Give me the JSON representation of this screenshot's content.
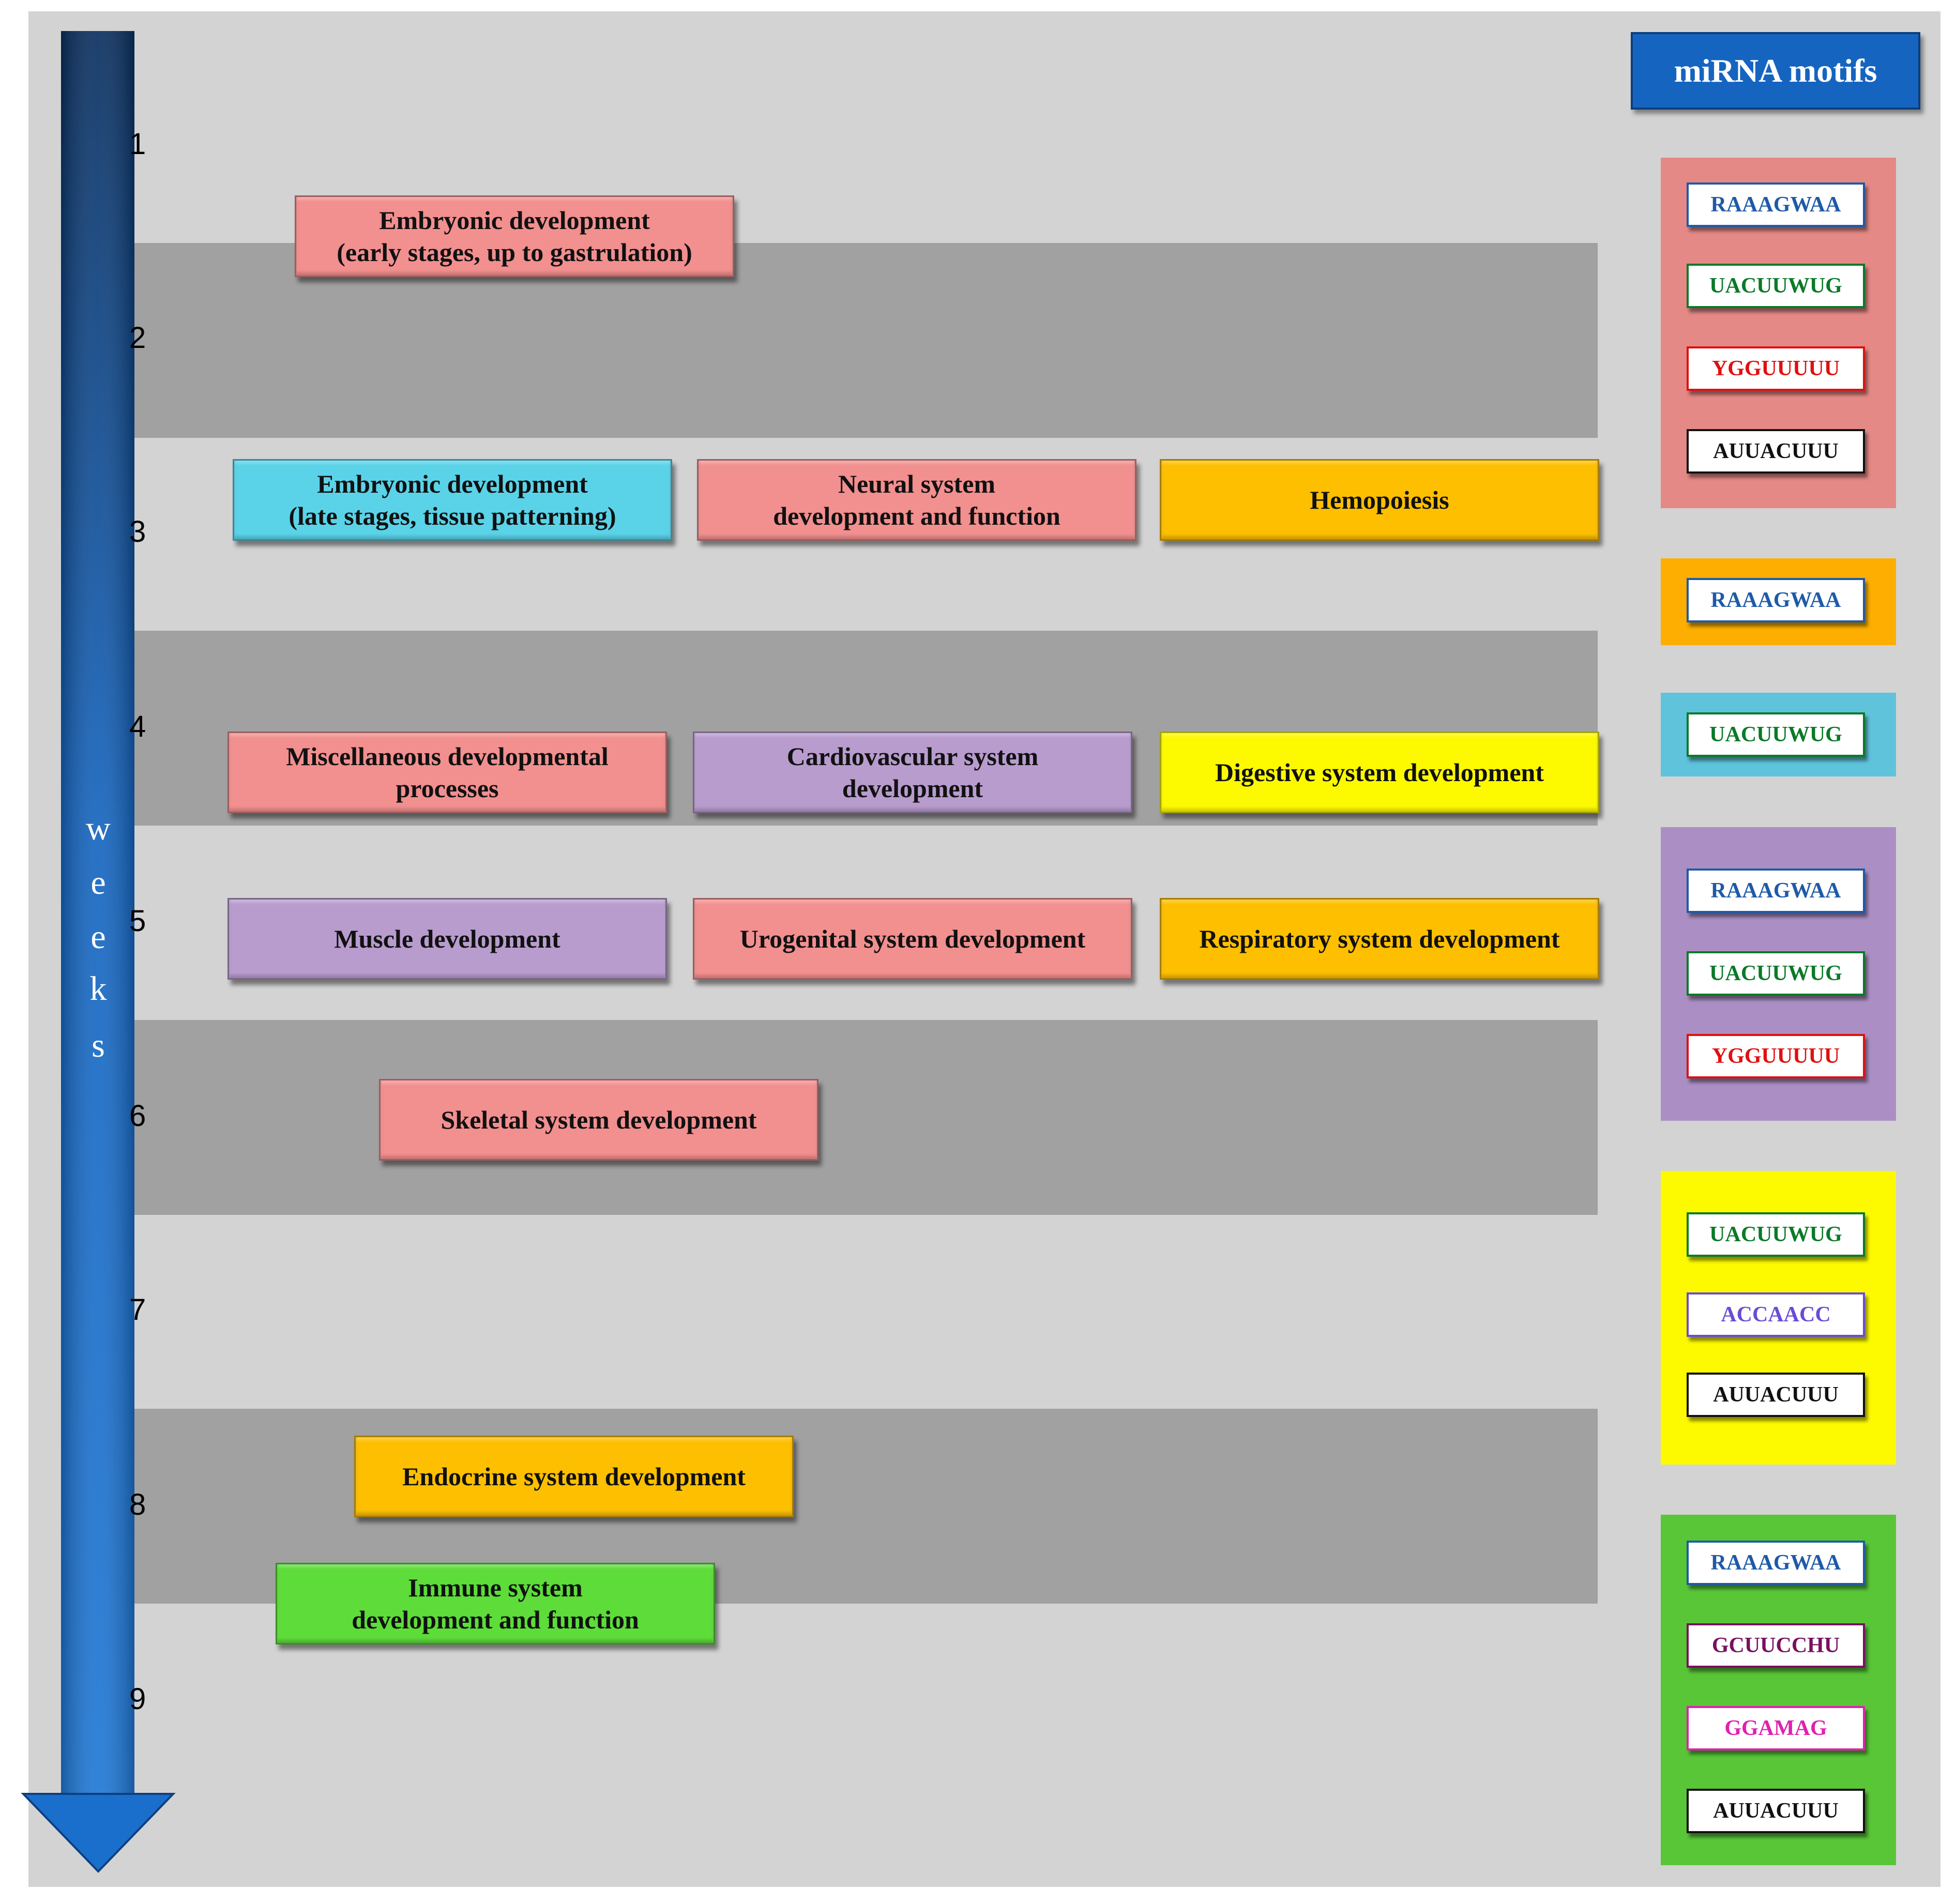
{
  "header": {
    "title": "miRNA motifs"
  },
  "axis": {
    "letters": [
      "w",
      "e",
      "e",
      "k",
      "s"
    ]
  },
  "weeks": [
    "1",
    "2",
    "3",
    "4",
    "5",
    "6",
    "7",
    "8",
    "9"
  ],
  "processes": [
    {
      "label": "Embryonic development\n(early stages, up to gastrulation)",
      "color": "salmon"
    },
    {
      "label": "Embryonic development\n(late stages, tissue patterning)",
      "color": "cyan"
    },
    {
      "label": "Neural system\ndevelopment and function",
      "color": "salmon"
    },
    {
      "label": "Hemopoiesis",
      "color": "orange"
    },
    {
      "label": "Miscellaneous developmental\nprocesses",
      "color": "salmon"
    },
    {
      "label": "Cardiovascular system\ndevelopment",
      "color": "purple"
    },
    {
      "label": "Digestive system development",
      "color": "yellow"
    },
    {
      "label": "Muscle development",
      "color": "purple"
    },
    {
      "label": "Urogenital system development",
      "color": "salmon"
    },
    {
      "label": "Respiratory system development",
      "color": "orange"
    },
    {
      "label": "Skeletal system development",
      "color": "salmon"
    },
    {
      "label": "Endocrine system development",
      "color": "orange"
    },
    {
      "label": "Immune system\ndevelopment and function",
      "color": "green"
    }
  ],
  "motif_panels": [
    {
      "color": "#e58986",
      "motifs": [
        "RAAAGWAA",
        "UACUUWUG",
        "YGGUUUUU",
        "AUUACUUU"
      ]
    },
    {
      "color": "#fdae00",
      "motifs": [
        "RAAAGWAA"
      ]
    },
    {
      "color": "#5fc3db",
      "motifs": [
        "UACUUWUG"
      ]
    },
    {
      "color": "#ab8fc4",
      "motifs": [
        "RAAAGWAA",
        "UACUUWUG",
        "YGGUUUUU"
      ]
    },
    {
      "color": "#fdfa00",
      "motifs": [
        "UACUUWUG",
        "ACCAACC",
        "AUUACUUU"
      ]
    },
    {
      "color": "#59c637",
      "motifs": [
        "RAAAGWAA",
        "GCUUCCHU",
        "GGAMAG",
        "AUUACUUU"
      ]
    }
  ],
  "motif_colors": {
    "RAAAGWAA": "#1e5aa8",
    "UACUUWUG": "#0a7a28",
    "YGGUUUUU": "#e01010",
    "AUUACUUU": "#111111",
    "ACCAACC": "#6a4bd6",
    "GCUUCCHU": "#7a1060",
    "GGAMAG": "#e020b0"
  }
}
